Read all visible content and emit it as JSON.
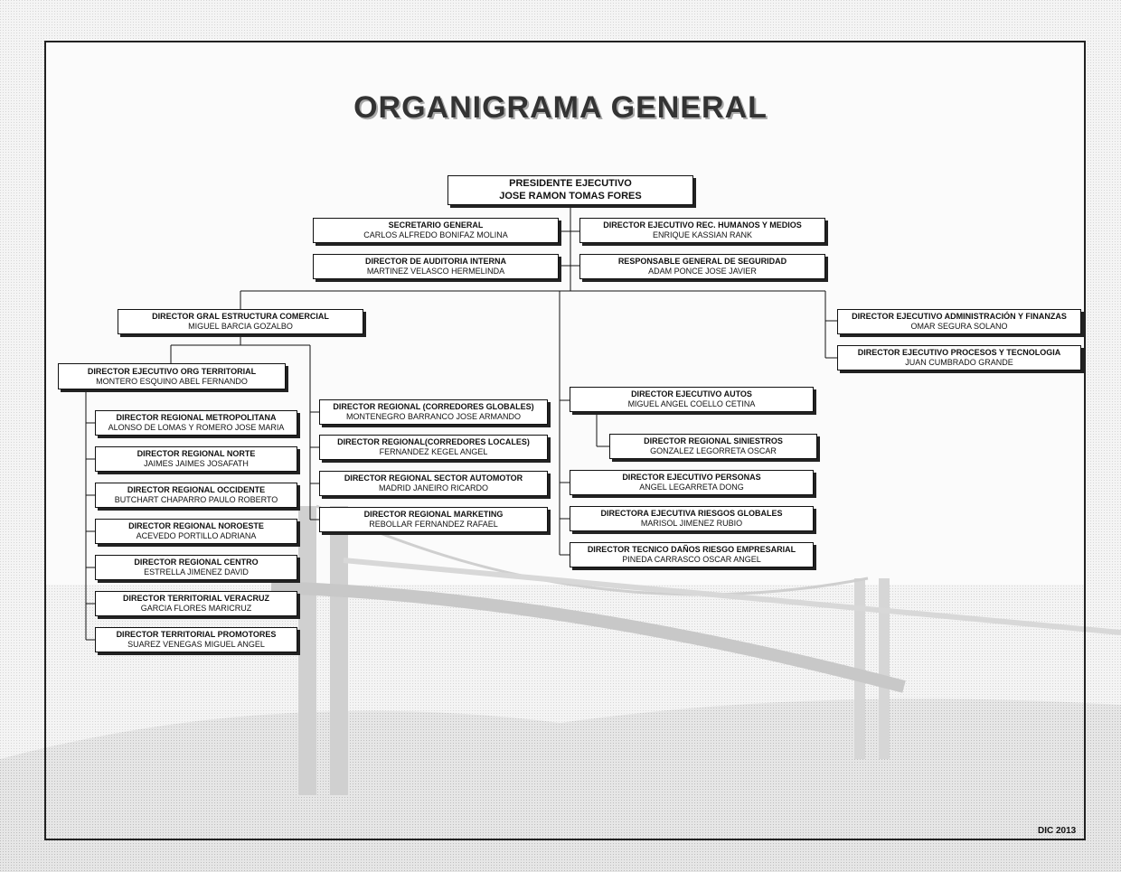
{
  "title": "ORGANIGRAMA GENERAL",
  "footer": "DIC 2013",
  "boxes": {
    "pres": {
      "position": "PRESIDENTE EJECUTIVO",
      "name": "JOSE RAMON TOMAS FORES"
    },
    "sec": {
      "position": "SECRETARIO GENERAL",
      "name": "CARLOS ALFREDO BONIFAZ MOLINA"
    },
    "rh": {
      "position": "DIRECTOR EJECUTIVO REC. HUMANOS Y MEDIOS",
      "name": "ENRIQUE KASSIAN RANK"
    },
    "aud": {
      "position": "DIRECTOR DE AUDITORIA INTERNA",
      "name": "MARTINEZ VELASCO HERMELINDA"
    },
    "seg": {
      "position": "RESPONSABLE GENERAL DE SEGURIDAD",
      "name": "ADAM PONCE JOSE JAVIER"
    },
    "com": {
      "position": "DIRECTOR GRAL ESTRUCTURA COMERCIAL",
      "name": "MIGUEL BARCIA GOZALBO"
    },
    "adm": {
      "position": "DIRECTOR  EJECUTIVO ADMINISTRACIÓN Y FINANZAS",
      "name": "OMAR SEGURA SOLANO"
    },
    "proc": {
      "position": "DIRECTOR EJECUTIVO PROCESOS Y TECNOLOGIA",
      "name": "JUAN CUMBRADO GRANDE"
    },
    "terr": {
      "position": "DIRECTOR EJECUTIVO ORG TERRITORIAL",
      "name": "MONTERO ESQUINO ABEL FERNANDO"
    },
    "metro": {
      "position": "DIRECTOR REGIONAL METROPOLITANA",
      "name": "ALONSO DE LOMAS Y ROMERO JOSE MARIA"
    },
    "norte": {
      "position": "DIRECTOR REGIONAL NORTE",
      "name": "JAIMES JAIMES JOSAFATH"
    },
    "occ": {
      "position": "DIRECTOR REGIONAL OCCIDENTE",
      "name": "BUTCHART CHAPARRO PAULO ROBERTO"
    },
    "noro": {
      "position": "DIRECTOR REGIONAL NOROESTE",
      "name": "ACEVEDO PORTILLO ADRIANA"
    },
    "centro": {
      "position": "DIRECTOR REGIONAL CENTRO",
      "name": "ESTRELLA JIMENEZ DAVID"
    },
    "vera": {
      "position": "DIRECTOR TERRITORIAL VERACRUZ",
      "name": "GARCIA FLORES MARICRUZ"
    },
    "promo": {
      "position": "DIRECTOR TERRITORIAL PROMOTORES",
      "name": "SUAREZ VENEGAS MIGUEL ANGEL"
    },
    "cglob": {
      "position": "DIRECTOR REGIONAL (CORREDORES GLOBALES)",
      "name": "MONTENEGRO BARRANCO JOSE ARMANDO"
    },
    "cloc": {
      "position": "DIRECTOR REGIONAL(CORREDORES LOCALES)",
      "name": "FERNANDEZ KEGEL ANGEL"
    },
    "auto": {
      "position": "DIRECTOR REGIONAL SECTOR AUTOMOTOR",
      "name": "MADRID JANEIRO RICARDO"
    },
    "mkt": {
      "position": "DIRECTOR REGIONAL MARKETING",
      "name": "REBOLLAR FERNANDEZ RAFAEL"
    },
    "autos": {
      "position": "DIRECTOR EJECUTIVO AUTOS",
      "name": "MIGUEL ANGEL COELLO CETINA"
    },
    "sin": {
      "position": "DIRECTOR REGIONAL SINIESTROS",
      "name": "GONZALEZ LEGORRETA OSCAR"
    },
    "pers": {
      "position": "DIRECTOR EJECUTIVO PERSONAS",
      "name": "ANGEL LEGARRETA DONG"
    },
    "riesg": {
      "position": "DIRECTORA EJECUTIVA RIESGOS GLOBALES",
      "name": "MARISOL JIMENEZ RUBIO"
    },
    "danos": {
      "position": "DIRECTOR TECNICO DAÑOS RIESGO EMPRESARIAL",
      "name": "PINEDA CARRASCO OSCAR ANGEL"
    }
  }
}
